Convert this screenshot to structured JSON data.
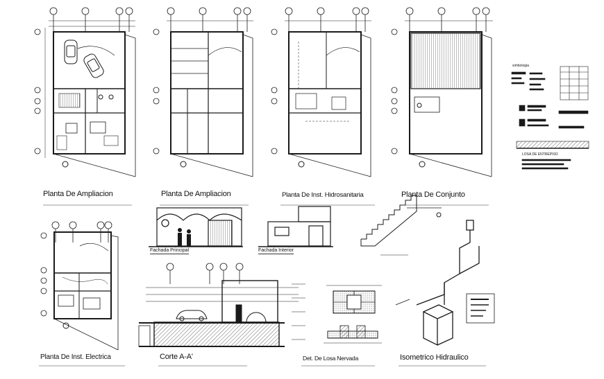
{
  "drawing": {
    "titles": {
      "plan_ampliacion_1": "Planta De Ampliacion",
      "plan_ampliacion_2": "Planta De Ampliacion",
      "plan_hidrosanitaria": "Planta De Inst. Hidrosanitaria",
      "plan_conjunto": "Planta De Conjunto",
      "plan_electrica": "Planta De Inst. Electrica",
      "corte": "Corte A-A'",
      "det_losa": "Det. De Losa Nervada",
      "isometrico": "Isometrico Hidraulico",
      "fachada_principal": "Fachada Principal",
      "fachada_interior": "Fachada Interior"
    },
    "legend": {
      "simbologia": "simbologia",
      "losa": "LOSA DE ENTREPISO"
    },
    "colors": {
      "line": "#1a1a1a",
      "hatch": "#555555",
      "background": "#ffffff"
    }
  }
}
